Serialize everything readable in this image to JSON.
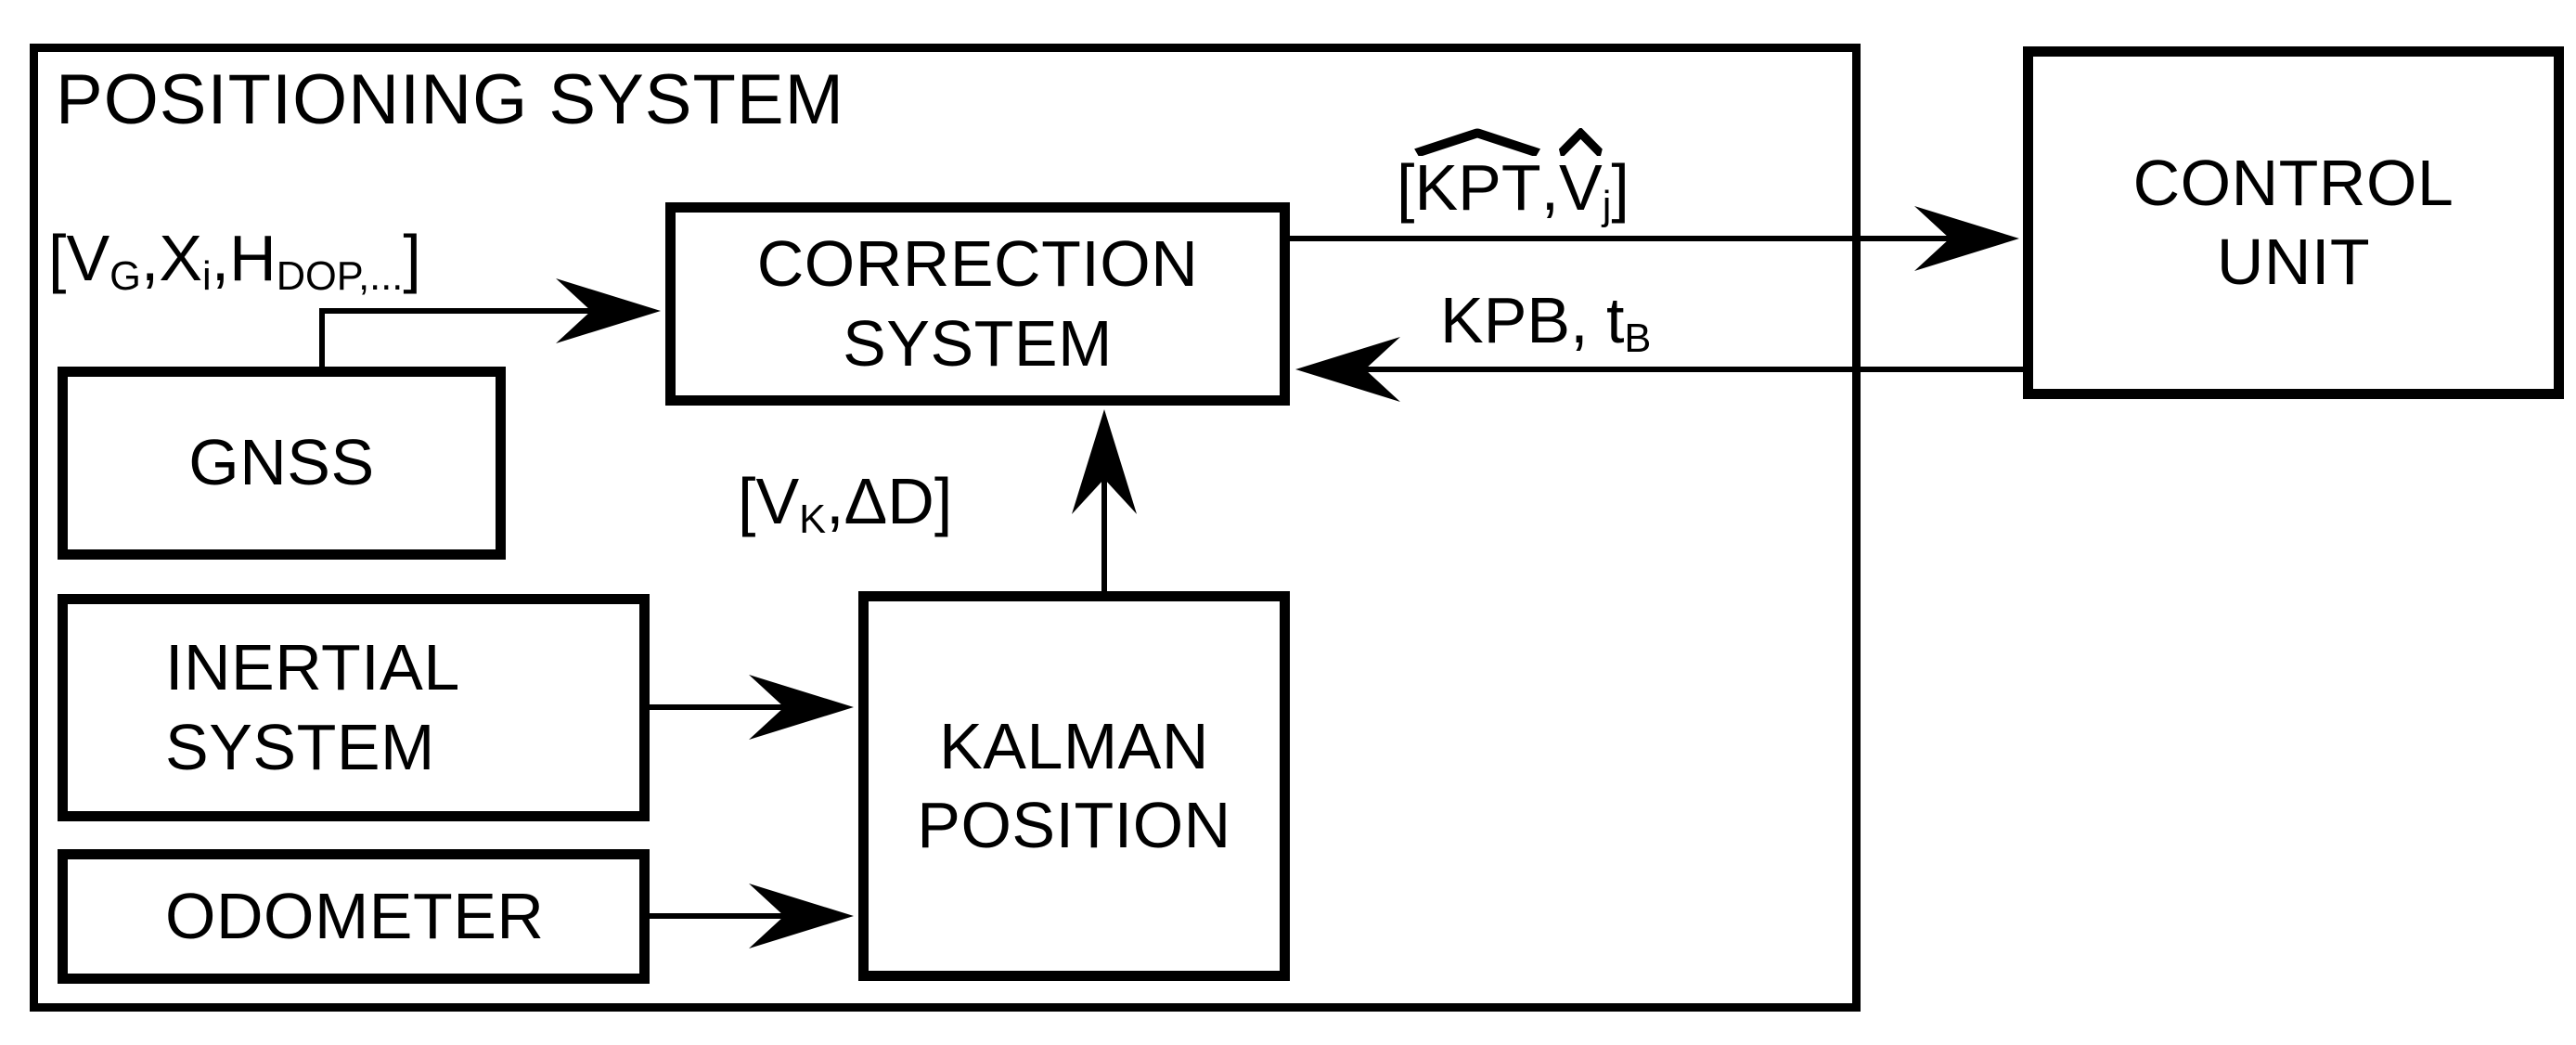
{
  "diagram": {
    "outer_box_label": "POSITIONING SYSTEM",
    "boxes": {
      "gnss": "GNSS",
      "inertial": {
        "line1": "INERTIAL",
        "line2": "SYSTEM"
      },
      "odometer": "ODOMETER",
      "kalman": {
        "line1": "KALMAN",
        "line2": "POSITION"
      },
      "correction": {
        "line1": "CORRECTION",
        "line2": "SYSTEM"
      },
      "control": {
        "line1": "CONTROL",
        "line2": "UNIT"
      }
    },
    "signals": {
      "gnss_to_correction": {
        "open": "[V",
        "sub1": "G",
        "mid1": ",X",
        "sub2": "i",
        "mid2": ",H",
        "sub3": "DOP,...",
        "close": "]"
      },
      "kalman_to_correction": {
        "open": "[V",
        "sub1": "K",
        "close": ",ΔD]"
      },
      "correction_to_control": {
        "open": "[",
        "hat1": "KPT",
        "comma": ",",
        "hat2": "V",
        "sub": "j",
        "close": "]"
      },
      "control_to_correction": {
        "text": "KPB, t",
        "sub": "B"
      }
    },
    "colors": {
      "line": "#000000",
      "background": "#ffffff"
    }
  }
}
